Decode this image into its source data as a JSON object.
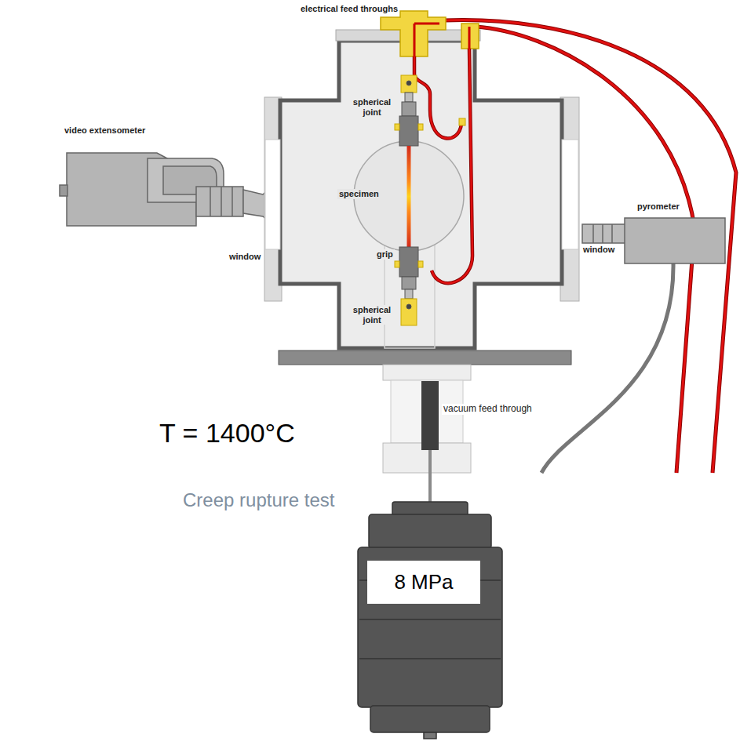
{
  "diagram": {
    "nodes": [
      {
        "text": [
          "8 MPa"
        ]
      }
    ],
    "labels": [
      "electrical feed throughs",
      "video extensometer",
      "spherical joint",
      "specimen",
      "window",
      "grip",
      "spherical joint",
      "pyrometer",
      "window",
      "T = 1400°C",
      "vacuum feed through",
      "Creep rupture test"
    ]
  }
}
